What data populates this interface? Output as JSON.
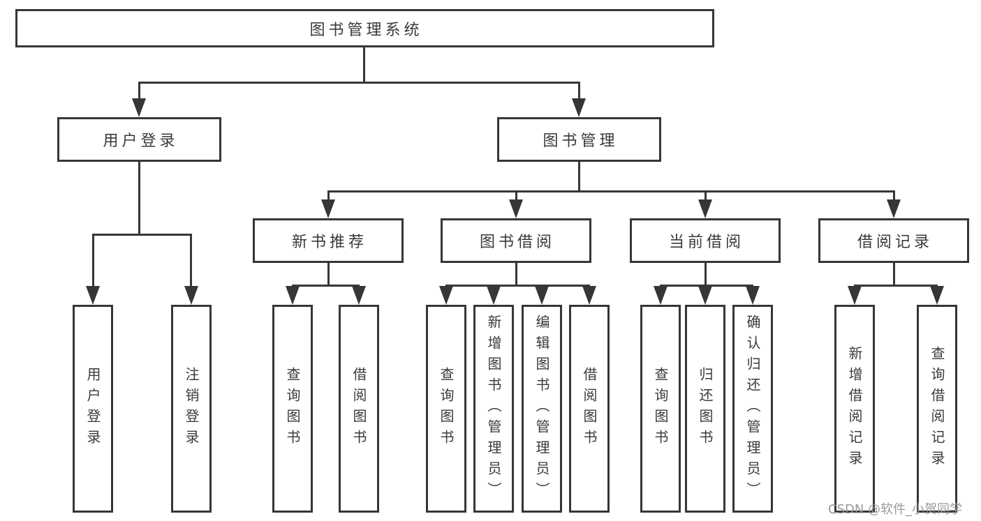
{
  "root": {
    "label": "图书管理系统"
  },
  "level2": {
    "user_login": {
      "label": "用户登录"
    },
    "book_mgmt": {
      "label": "图书管理"
    }
  },
  "level3": {
    "new_books": {
      "label": "新书推荐"
    },
    "book_borrow": {
      "label": "图书借阅"
    },
    "current_borrow": {
      "label": "当前借阅"
    },
    "borrow_records": {
      "label": "借阅记录"
    }
  },
  "leaves": {
    "user_login_leaf": "用户登录",
    "logout": "注销登录",
    "nb_query_books": "查询图书",
    "nb_borrow_books": "借阅图书",
    "bb_query_books": "查询图书",
    "bb_add_books": "新增图书（管理员）",
    "bb_edit_books": "编辑图书（管理员）",
    "bb_borrow_books": "借阅图书",
    "cb_query_books": "查询图书",
    "cb_return_books": "归还图书",
    "cb_confirm_return": "确认归还（管理员）",
    "br_add_record": "新增借阅记录",
    "br_query_record": "查询借阅记录"
  },
  "watermark": "CSDN @软件_小贺同学",
  "colors": {
    "line": "#363636",
    "text": "#3a3a3a",
    "watermark": "#949494",
    "background": "#ffffff"
  }
}
